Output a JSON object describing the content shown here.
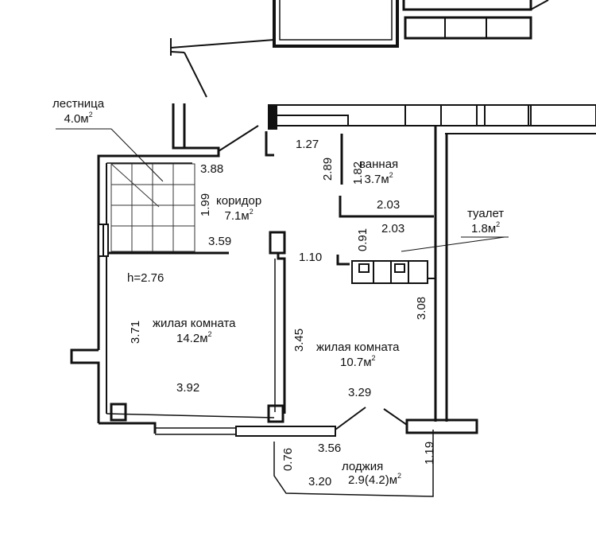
{
  "rooms": {
    "stair": {
      "name": "лестница",
      "area": "4.0м",
      "sup": "2"
    },
    "corridor": {
      "name": "коридор",
      "area": "7.1м",
      "sup": "2"
    },
    "bath": {
      "name": "ванная",
      "area": "3.7м",
      "sup": "2"
    },
    "toilet": {
      "name": "туалет",
      "area": "1.8м",
      "sup": "2"
    },
    "living_left": {
      "name": "жилая комната",
      "area": "14.2м",
      "sup": "2"
    },
    "living_right": {
      "name": "жилая комната",
      "area": "10.7м",
      "sup": "2"
    },
    "loggia": {
      "name": "лоджия",
      "area": "2.9(4.2)м",
      "sup": "2"
    }
  },
  "height_label": "h=2.76",
  "dimensions": {
    "d_127": "1.27",
    "d_388": "3.88",
    "d_199": "1.99",
    "d_359": "3.59",
    "d_289": "2.89",
    "d_182": "1.82",
    "d_203a": "2.03",
    "d_203b": "2.03",
    "d_091": "0.91",
    "d_110": "1.10",
    "d_371": "3.71",
    "d_345": "3.45",
    "d_308": "3.08",
    "d_392": "3.92",
    "d_329": "3.29",
    "d_356": "3.56",
    "d_076": "0.76",
    "d_119": "1.19",
    "d_320": "3.20"
  }
}
